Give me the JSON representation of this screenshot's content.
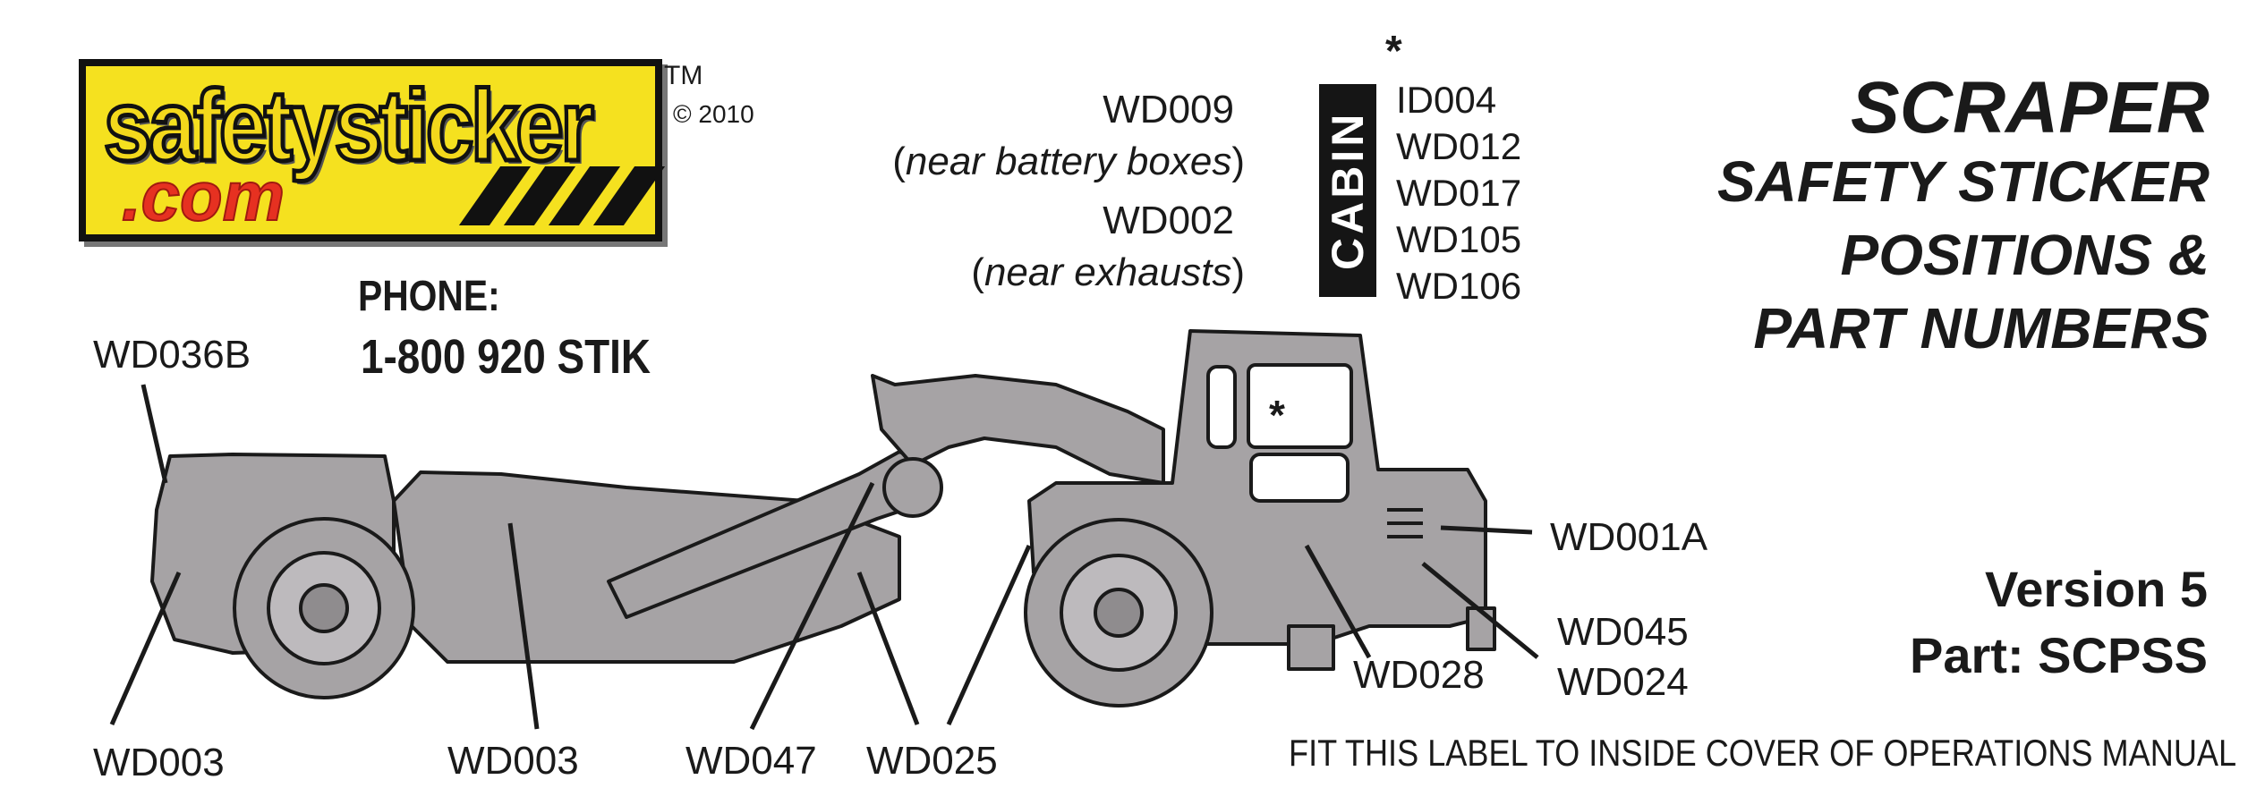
{
  "logo": {
    "word": "safetysticker",
    "domain": ".com",
    "trademark": "TM",
    "copyright": "© 2010"
  },
  "phone": {
    "label": "PHONE:",
    "number": "1-800 920 STIK"
  },
  "title": {
    "line1": "SCRAPER",
    "line2": "SAFETY STICKER",
    "line3": "POSITIONS &",
    "line4": "PART NUMBERS"
  },
  "version": "Version 5",
  "part": "Part: SCPSS",
  "footer": "FIT THIS LABEL TO INSIDE COVER OF OPERATIONS MANUAL",
  "top_labels": {
    "wd009": "WD009",
    "wd009_note": "near battery boxes",
    "wd002": "WD002",
    "wd002_note": "near exhausts"
  },
  "cabin": {
    "label": "CABIN",
    "asterisk": "*",
    "items": [
      "ID004",
      "WD012",
      "WD017",
      "WD105",
      "WD106"
    ]
  },
  "callouts": {
    "wd036b": "WD036B",
    "wd003_left": "WD003",
    "wd003_mid": "WD003",
    "wd047": "WD047",
    "wd025": "WD025",
    "wd028": "WD028",
    "wd001a": "WD001A",
    "wd045": "WD045",
    "wd024": "WD024"
  },
  "colors": {
    "logo_yellow": "#f5e11f",
    "logo_red": "#e63121",
    "machine_gray": "#a6a3a5",
    "outline": "#1a1a1a"
  }
}
